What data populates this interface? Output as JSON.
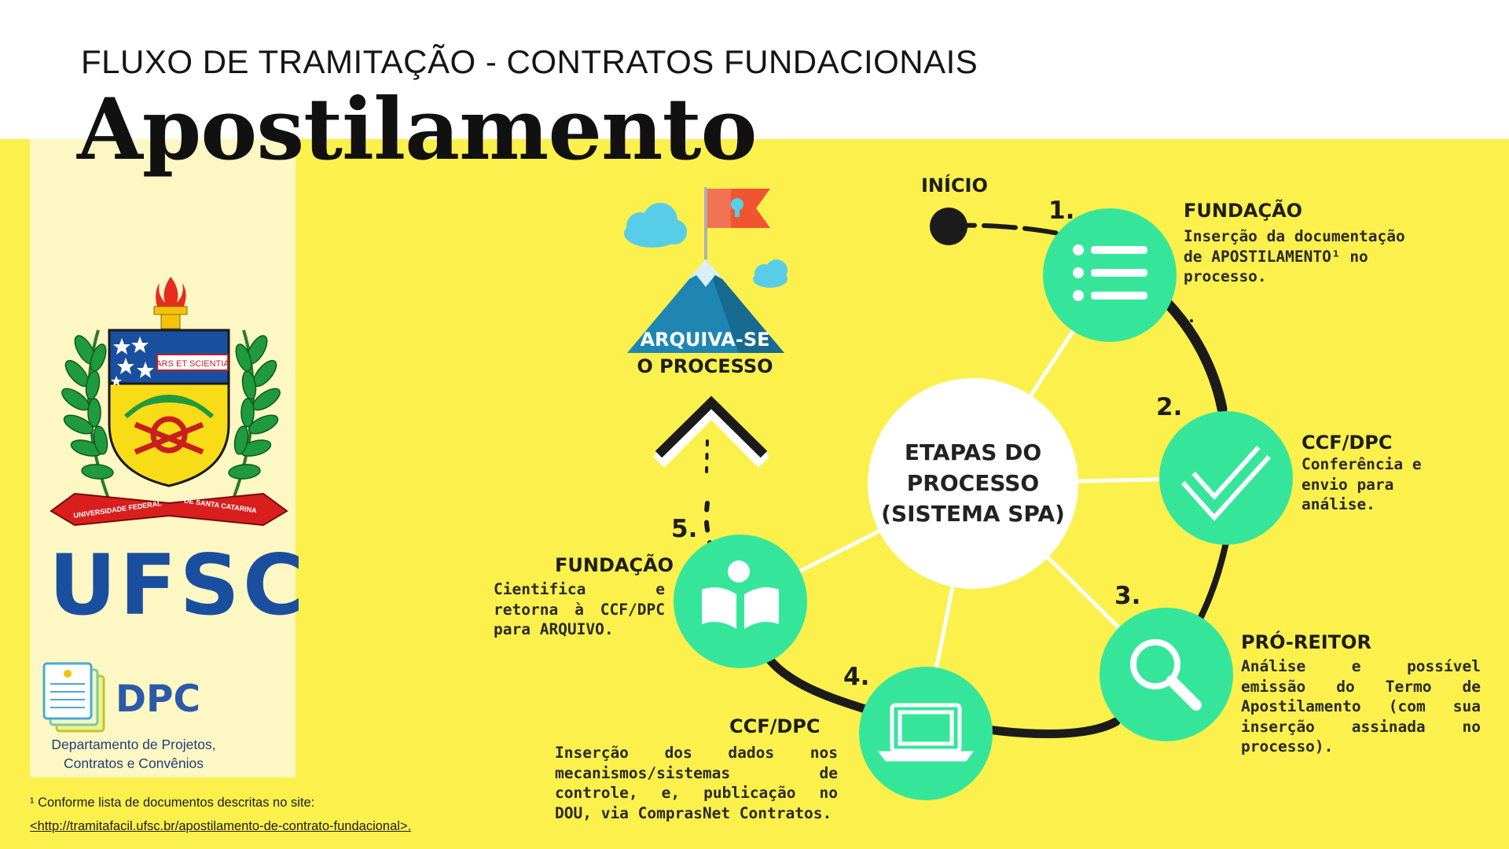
{
  "header": {
    "subtitle": "FLUXO DE TRAMITAÇÃO - CONTRATOS FUNDACIONAIS",
    "title": "Apostilamento"
  },
  "logo": {
    "motto": "ARS ET SCIENTIA",
    "ribbon_left": "UNIVERSIDADE FEDERAL",
    "ribbon_right": "DE SANTA CATARINA",
    "acronym": "UFSC"
  },
  "department": {
    "acronym": "DPC",
    "name_line1": "Departamento de Projetos,",
    "name_line2": "Contratos e Convênios"
  },
  "diagram": {
    "start_label": "INÍCIO",
    "center_line1": "ETAPAS DO",
    "center_line2": "PROCESSO",
    "center_line3": "(SISTEMA SPA)",
    "end_line1": "ARQUIVA-SE",
    "end_line2": "O PROCESSO",
    "steps": [
      {
        "number": "1.",
        "title": "FUNDAÇÃO",
        "description": "Inserção da documentação de APOSTILAMENTO¹ no processo.",
        "icon": "list-icon"
      },
      {
        "number": "2.",
        "title": "CCF/DPC",
        "description": "Conferência e envio para análise.",
        "icon": "checkmark-icon"
      },
      {
        "number": "3.",
        "title": "PRÓ-REITOR",
        "description": "Análise e possível emissão do Termo de Apostilamento (com sua inserção assinada no processo).",
        "icon": "magnifier-icon"
      },
      {
        "number": "4.",
        "title": "CCF/DPC",
        "description": "Inserção dos dados nos mecanismos/sistemas de controle, e, publicação no DOU, via ComprasNet Contratos.",
        "icon": "laptop-icon"
      },
      {
        "number": "5.",
        "title": "FUNDAÇÃO",
        "description": "Cientifica e retorna à CCF/DPC para ARQUIVO.",
        "icon": "reader-icon"
      }
    ]
  },
  "footnote": {
    "text": "¹ Conforme lista de documentos descritas no site:",
    "link": "<http://tramitafacil.ufsc.br/apostilamento-de-contrato-fundacional>."
  },
  "colors": {
    "background_yellow": "#fcf04c",
    "panel_cream": "#fdf7c3",
    "step_green": "#35e69a",
    "ufsc_blue": "#1a4fa0"
  }
}
